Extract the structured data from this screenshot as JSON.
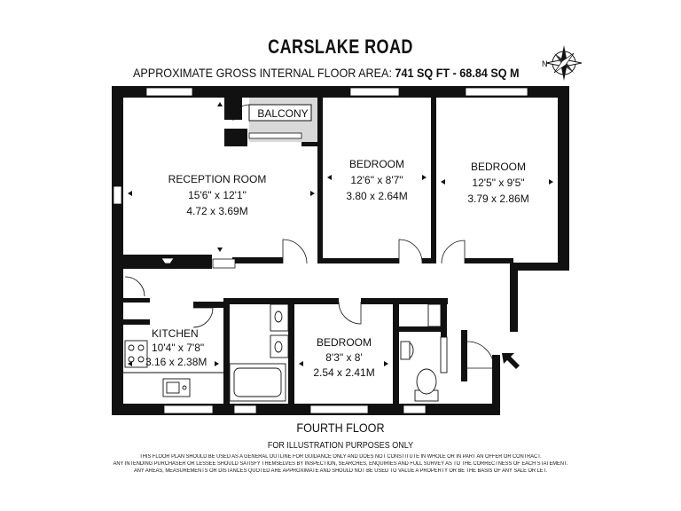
{
  "header": {
    "title": "CARSLAKE ROAD",
    "area_label": "APPROXIMATE GROSS INTERNAL FLOOR AREA:",
    "area_sqft": "741 SQ FT",
    "area_separator": "-",
    "area_sqm": "68.84 SQ M"
  },
  "compass": {
    "letter": "N"
  },
  "rooms": {
    "balcony": {
      "name": "BALCONY"
    },
    "reception": {
      "name": "RECEPTION ROOM",
      "imperial": "15'6\" x 12'1\"",
      "metric": "4.72 x 3.69M"
    },
    "bedroom1": {
      "name": "BEDROOM",
      "imperial": "12'6\" x 8'7\"",
      "metric": "3.80 x 2.64M"
    },
    "bedroom2": {
      "name": "BEDROOM",
      "imperial": "12'5\" x 9'5\"",
      "metric": "3.79 x 2.86M"
    },
    "kitchen": {
      "name": "KITCHEN",
      "imperial": "10'4\" x 7'8\"",
      "metric": "3.16 x 2.38M"
    },
    "bedroom3": {
      "name": "BEDROOM",
      "imperial": "8'3\" x 8'",
      "metric": "2.54 x 2.41M"
    }
  },
  "footer": {
    "floor": "FOURTH FLOOR",
    "illustration": "FOR ILLUSTRATION PURPOSES ONLY",
    "disclaimer_lines": [
      "THIS FLOOR PLAN SHOULD BE USED AS A GENERAL OUTLINE FOR GUIDANCE ONLY AND DOES NOT CONSTITUTE IN WHOLE OR IN PART AN OFFER OR CONTRACT.",
      "ANY INTENDING PURCHASER OR LESSEE SHOULD SATISFY THEMSELVES BY INSPECTION, SEARCHES, ENQUIRIES AND FULL SURVEY AS TO THE CORRECTNESS OF EACH STATEMENT.",
      "ANY AREAS, MEASUREMENTS OR DISTANCES QUOTED ARE APPROXIMATE AND SHOULD NOT BE USED TO VALUE A PROPERTY OR BE THE BASIS OF ANY SALE OR LET."
    ]
  }
}
